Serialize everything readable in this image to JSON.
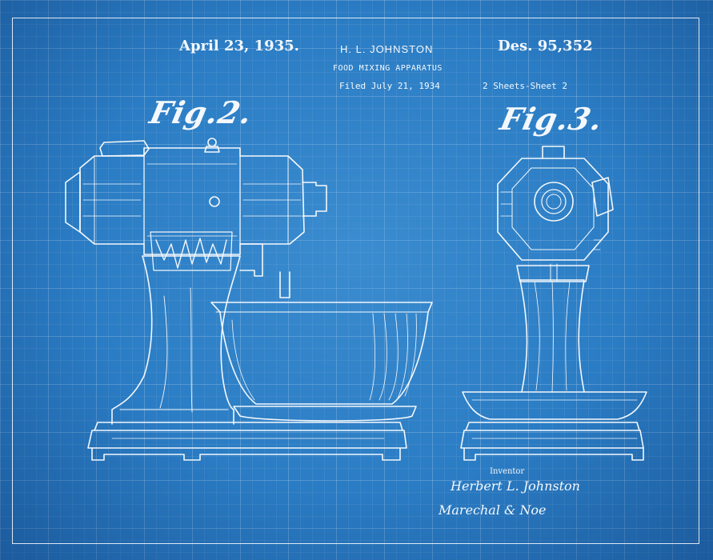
{
  "header": {
    "date": "April 23, 1935.",
    "inventor": "H. L. JOHNSTON",
    "design_number": "Des. 95,352",
    "title": "FOOD MIXING APPARATUS",
    "filed": "Filed July 21, 1934",
    "sheets": "2 Sheets-Sheet 2"
  },
  "figures": {
    "fig2_label": "Fig.2.",
    "fig3_label": "Fig.3."
  },
  "footer": {
    "inventor_label": "Inventor",
    "signature": "Herbert L. Johnston",
    "attorney_signature": "Marechal & Noe"
  },
  "colors": {
    "blueprint_background": "#2a7cc4",
    "line": "#f4f8fc"
  }
}
